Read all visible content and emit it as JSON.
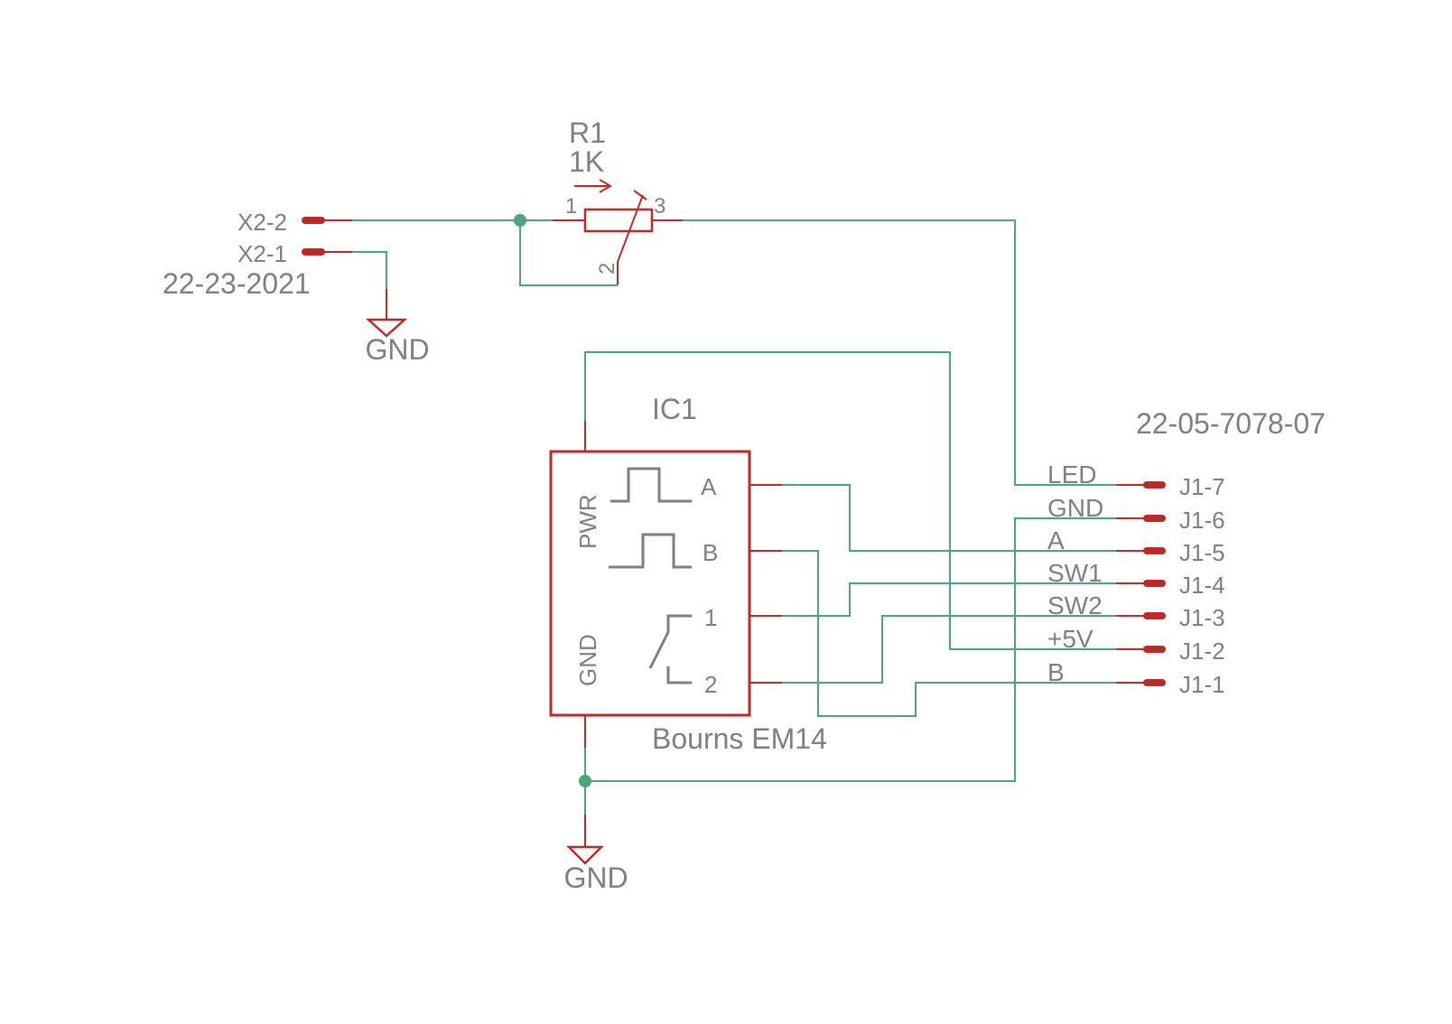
{
  "connector_x2": {
    "pin2": "X2-2",
    "pin1": "X2-1",
    "part_number": "22-23-2021"
  },
  "resistor": {
    "designator": "R1",
    "value": "1K",
    "pin1": "1",
    "pin2": "2",
    "pin3": "3"
  },
  "ground_symbols": [
    "GND",
    "GND"
  ],
  "ic": {
    "designator": "IC1",
    "part_name": "Bourns EM14",
    "pwr_label": "PWR",
    "gnd_label": "GND",
    "pin_a": "A",
    "pin_b": "B",
    "pin_1": "1",
    "pin_2": "2"
  },
  "connector_j1": {
    "part_number": "22-05-7078-07",
    "pins": [
      {
        "id": "J1-7",
        "net": "LED"
      },
      {
        "id": "J1-6",
        "net": "GND"
      },
      {
        "id": "J1-5",
        "net": "A"
      },
      {
        "id": "J1-4",
        "net": "SW1"
      },
      {
        "id": "J1-3",
        "net": "SW2"
      },
      {
        "id": "J1-2",
        "net": "+5V"
      },
      {
        "id": "J1-1",
        "net": "B"
      }
    ]
  },
  "colors": {
    "wire": "#4aa577",
    "part": "#bd2a26",
    "text": "#7f7f7f",
    "background": "#ffffff"
  }
}
